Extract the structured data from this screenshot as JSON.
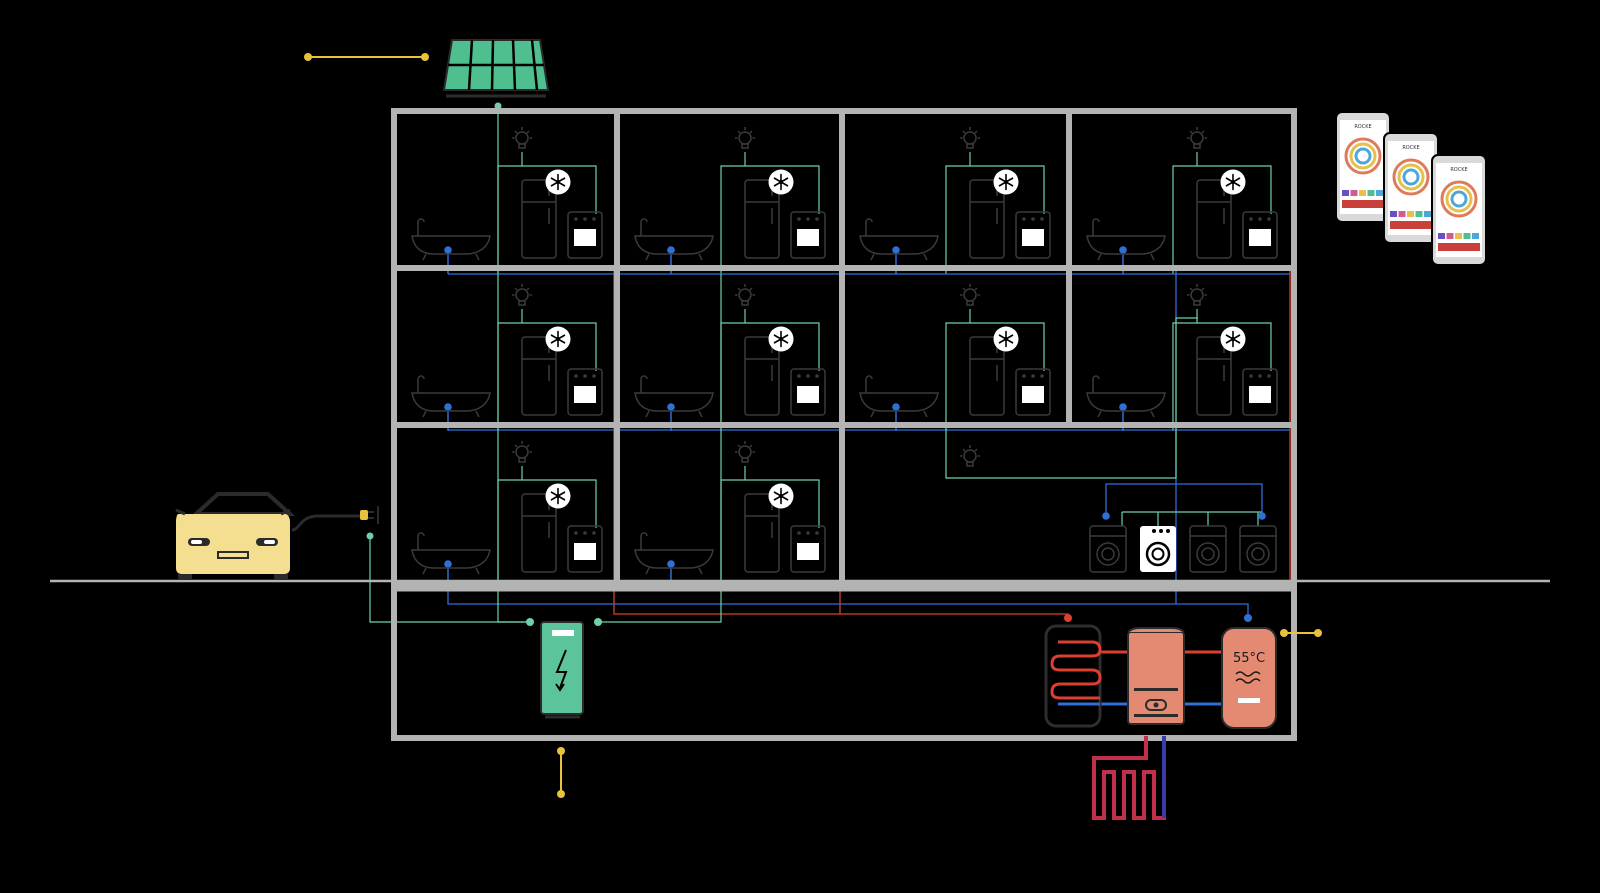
{
  "colors": {
    "background": "#000000",
    "building_frame": "#b3b3b3",
    "ground_line": "#b3b3b3",
    "appliance_outline": "#3a3a3a",
    "network_green": "#6fd0a8",
    "hot_water_red": "#d9402f",
    "cold_water_blue": "#2f6fd6",
    "solar_green": "#4fbf8f",
    "battery_green": "#5cc49a",
    "car_yellow": "#f3df8f",
    "connector_yellow": "#e8c23a",
    "boiler_salmon": "#e58a72",
    "phone_bezel": "#d9d9d9"
  },
  "icons": [
    "solar-panel-icon",
    "electric-car-icon",
    "charging-plug-icon",
    "battery-storage-icon",
    "lightning-icon",
    "lightbulb-icon",
    "air-conditioner-icon",
    "fridge-icon",
    "oven-icon",
    "bathtub-icon",
    "washing-machine-icon",
    "heat-exchanger-icon",
    "heat-pump-icon",
    "hot-water-tank-icon",
    "smartphone-app-icon"
  ],
  "hot_water_tank": {
    "temperature": "55°C"
  },
  "phones": [
    {
      "app_title": "ROCKE"
    },
    {
      "app_title": "ROCKE"
    },
    {
      "app_title": "ROCKE"
    }
  ]
}
